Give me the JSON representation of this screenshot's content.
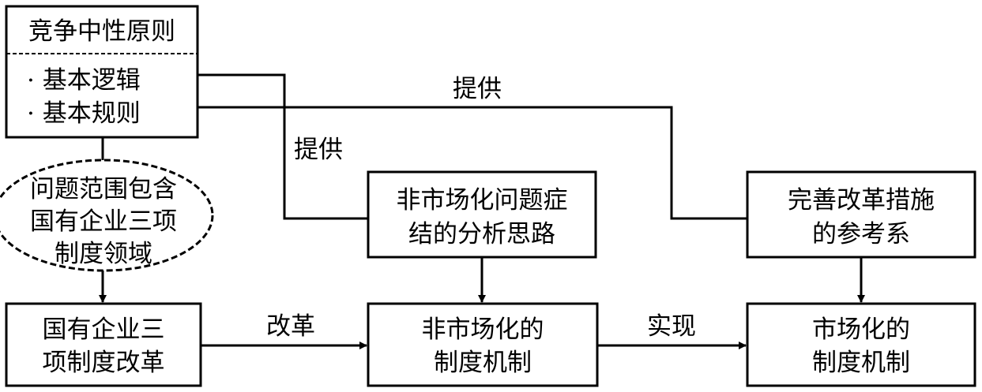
{
  "principle": {
    "title": "竞争中性原则",
    "items": [
      "· 基本逻辑",
      "· 基本规则"
    ]
  },
  "scope": {
    "lines": [
      "问题范围包含",
      "国有企业三项",
      "制度领域"
    ]
  },
  "reform": {
    "lines": [
      "国有企业三",
      "项制度改革"
    ]
  },
  "analysis": {
    "lines": [
      "非市场化问题症",
      "结的分析思路"
    ]
  },
  "reference": {
    "lines": [
      "完善改革措施",
      "的参考系"
    ]
  },
  "nonmarket": {
    "lines": [
      "非市场化的",
      "制度机制"
    ]
  },
  "market": {
    "lines": [
      "市场化的",
      "制度机制"
    ]
  },
  "edges": {
    "provide_top": "提供",
    "provide_left": "提供",
    "reform_label": "改革",
    "realize_label": "实现"
  }
}
